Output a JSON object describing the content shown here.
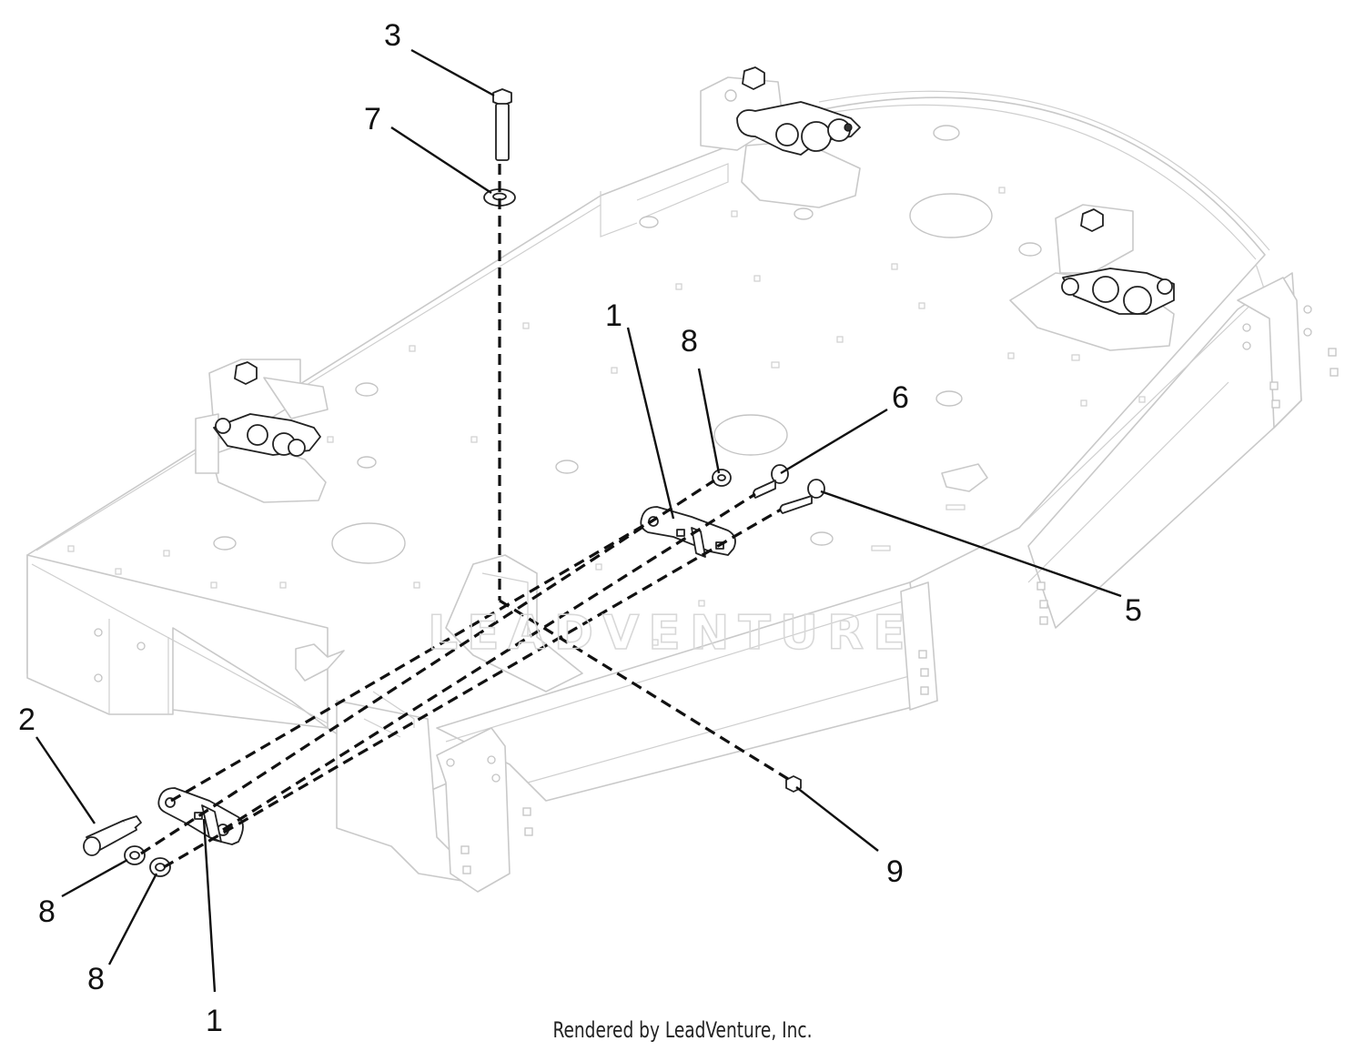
{
  "callouts": [
    {
      "id": "c3",
      "label": "3"
    },
    {
      "id": "c7",
      "label": "7"
    },
    {
      "id": "c1-top",
      "label": "1"
    },
    {
      "id": "c8-top",
      "label": "8"
    },
    {
      "id": "c6",
      "label": "6"
    },
    {
      "id": "c5",
      "label": "5"
    },
    {
      "id": "c2",
      "label": "2"
    },
    {
      "id": "c8-left-a",
      "label": "8"
    },
    {
      "id": "c8-left-b",
      "label": "8"
    },
    {
      "id": "c1-bottom",
      "label": "1"
    },
    {
      "id": "c9",
      "label": "9"
    }
  ],
  "watermark": "LEADVENTURE",
  "credit": "Rendered by LeadVenture, Inc."
}
